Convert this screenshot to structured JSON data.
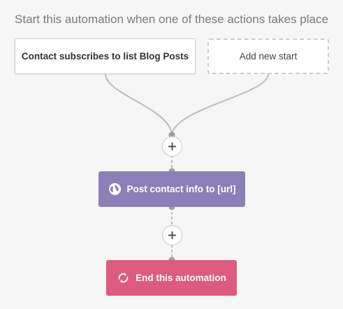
{
  "header": {
    "title": "Start this automation when one of these actions takes place"
  },
  "triggers": {
    "existing_label": "Contact subscribes to list Blog Posts",
    "add_new_label": "Add new start"
  },
  "steps": {
    "action_label": "Post contact info to [url]",
    "end_label": "End this automation"
  },
  "colors": {
    "background": "#f6f6f6",
    "connector": "#bdbdbd",
    "action": "#8c7fb8",
    "end": "#dd5a80"
  },
  "icons": {
    "action": "globe-icon",
    "end": "refresh-icon",
    "insert_step": "plus-icon"
  }
}
